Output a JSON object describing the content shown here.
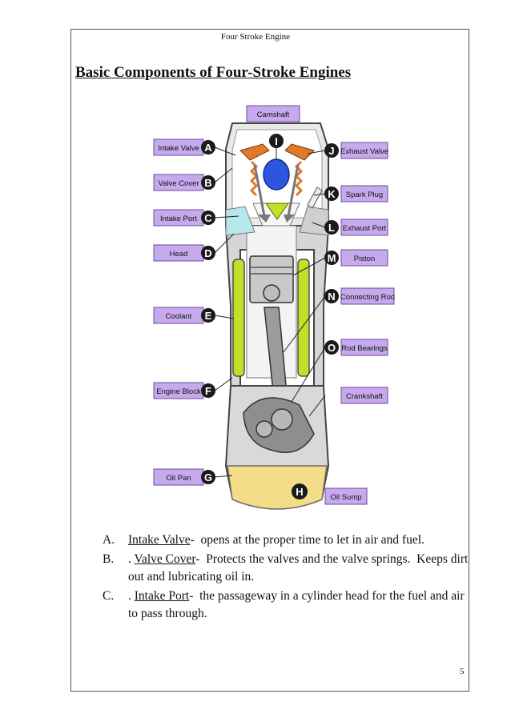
{
  "header": {
    "running_title": "Four Stroke Engine"
  },
  "section": {
    "title": "Basic Components of Four-Stroke Engines"
  },
  "diagram": {
    "labels": {
      "camshaft": "Camshaft",
      "intake_valve": "Intake Valve",
      "valve_cover": "Valve Cover",
      "intake_port": "Intake Port",
      "head": "Head",
      "coolant": "Coolant",
      "engine_block": "Engine Block",
      "oil_pan": "Oil Pan",
      "exhaust_valve": "Exhaust Valve",
      "spark_plug": "Spark Plug",
      "exhaust_port": "Exhaust Port",
      "piston": "Piston",
      "connecting_rod": "Connecting Rod",
      "rod_bearings": "Rod Bearings",
      "crankshaft": "Crankshaft",
      "oil_sump": "Oil Sump"
    },
    "letters": {
      "a": "A",
      "b": "B",
      "c": "C",
      "d": "D",
      "e": "E",
      "f": "F",
      "g": "G",
      "h": "H",
      "i": "I",
      "j": "J",
      "k": "K",
      "l": "L",
      "m": "M",
      "n": "N",
      "o": "O"
    },
    "colors": {
      "label_fill": "#c7a9ee",
      "label_border": "#6b4c9a",
      "marker": "#1a1a1a",
      "coolant": "#c6dd2c",
      "oil": "#f3dd88",
      "rocker": "#e07a2a",
      "cam": "#2e55e0"
    }
  },
  "components": [
    {
      "marker": "A.",
      "prefix": "",
      "term": "Intake Valve",
      "suffix": "-",
      "description": "  opens at the proper time to let in air and fuel."
    },
    {
      "marker": "B.",
      "prefix": ". ",
      "term": "Valve Cover",
      "suffix": "-",
      "description": "  Protects the valves and the valve springs.  Keeps dirt out and lubricating oil in."
    },
    {
      "marker": "C.",
      "prefix": ". ",
      "term": "Intake Port",
      "suffix": "-",
      "description": "  the passageway in a cylinder head for the fuel and air to pass through."
    }
  ],
  "footer": {
    "page_number": "5"
  }
}
